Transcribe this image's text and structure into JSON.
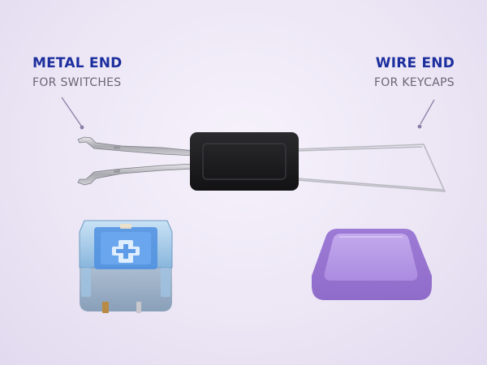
{
  "labels": {
    "left": {
      "title": "METAL END",
      "subtitle": "FOR SWITCHES"
    },
    "right": {
      "title": "WIRE END",
      "subtitle": "FOR KEYCAPS"
    }
  },
  "colors": {
    "title": "#1d2f9e",
    "subtitle": "#6a6474",
    "pointer": "#8a7fa6",
    "background": "#ece6f5",
    "keycap": "#a98bd9",
    "switch_stem": "#3f8fe6",
    "switch_housing": "#a9cbe8",
    "tool_grip": "#1d1d1f"
  }
}
